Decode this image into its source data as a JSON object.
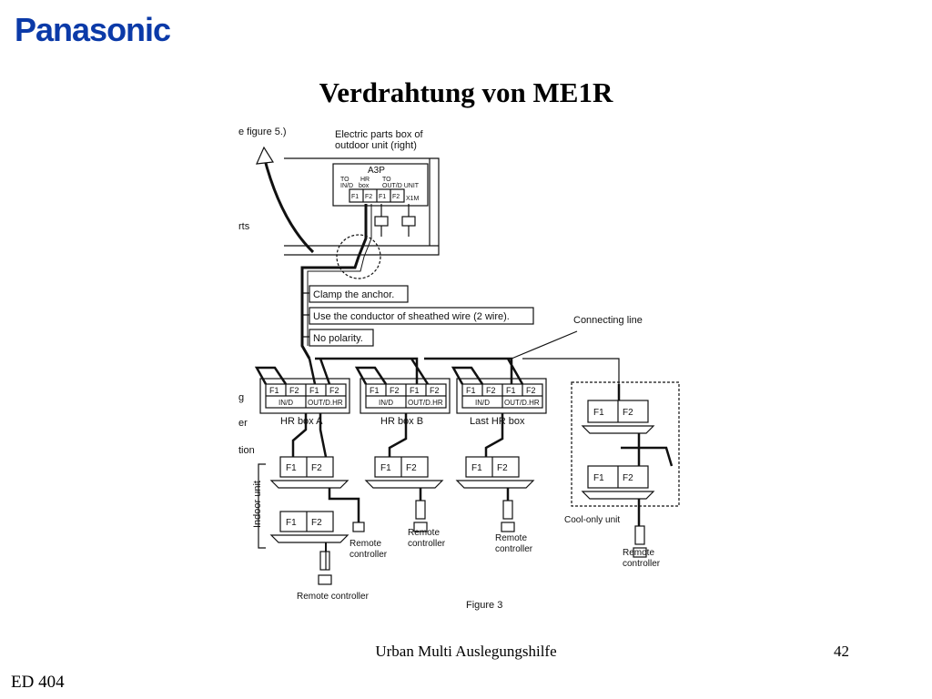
{
  "brand": {
    "logo": "Panasonic"
  },
  "slide": {
    "title": "Verdrahtung von ME1R"
  },
  "footer": {
    "center": "Urban Multi Auslegungshilfe",
    "page": "42",
    "left": "ED 404"
  },
  "diagram": {
    "partial_labels": {
      "top_left": "e figure 5.)",
      "rts": "rts",
      "g": "g",
      "er": "er",
      "tion": "tion"
    },
    "parts_box": {
      "caption_line1": "Electric parts box of",
      "caption_line2": "outdoor unit (right)",
      "board": "A3P",
      "to_ind_1": "TO",
      "to_ind_2": "IN/D",
      "hr_1": "HR",
      "hr_2": "box",
      "to_out_1": "TO",
      "to_out_2": "OUT/D UNIT",
      "terminal": "X1M",
      "t1": "F1",
      "t2": "F2",
      "t3": "F1",
      "t4": "F2"
    },
    "notes": {
      "clamp": "Clamp the anchor.",
      "sheathed": "Use the conductor of sheathed wire (2 wire).",
      "polarity": "No polarity."
    },
    "connecting_line": "Connecting line",
    "hr_box_a": {
      "label": "HR box A",
      "f1": "F1",
      "f2": "F2",
      "f3": "F1",
      "f4": "F2",
      "ind": "IN/D",
      "out": "OUT/D.HR"
    },
    "hr_box_b": {
      "label": "HR box B",
      "f1": "F1",
      "f2": "F2",
      "f3": "F1",
      "f4": "F2",
      "ind": "IN/D",
      "out": "OUT/D.HR"
    },
    "last_hr_box": {
      "label": "Last HR box",
      "f1": "F1",
      "f2": "F2",
      "f3": "F1",
      "f4": "F2",
      "ind": "IN/D",
      "out": "OUT/D.HR"
    },
    "indoor_label": "Indoor unit",
    "units": [
      {
        "f1": "F1",
        "f2": "F2"
      },
      {
        "f1": "F1",
        "f2": "F2"
      },
      {
        "f1": "F1",
        "f2": "F2"
      },
      {
        "f1": "F1",
        "f2": "F2"
      },
      {
        "f1": "F1",
        "f2": "F2"
      },
      {
        "f1": "F1",
        "f2": "F2"
      }
    ],
    "remote_a1_l1": "Remote",
    "remote_a1_l2": "controller",
    "remote_a2": "Remote controller",
    "remote_b_l1": "Remote",
    "remote_b_l2": "controller",
    "remote_c_l1": "Remote",
    "remote_c_l2": "controller",
    "remote_d_l1": "Remote",
    "remote_d_l2": "controller",
    "cool_only": "Cool-only unit",
    "figure": "Figure 3"
  }
}
